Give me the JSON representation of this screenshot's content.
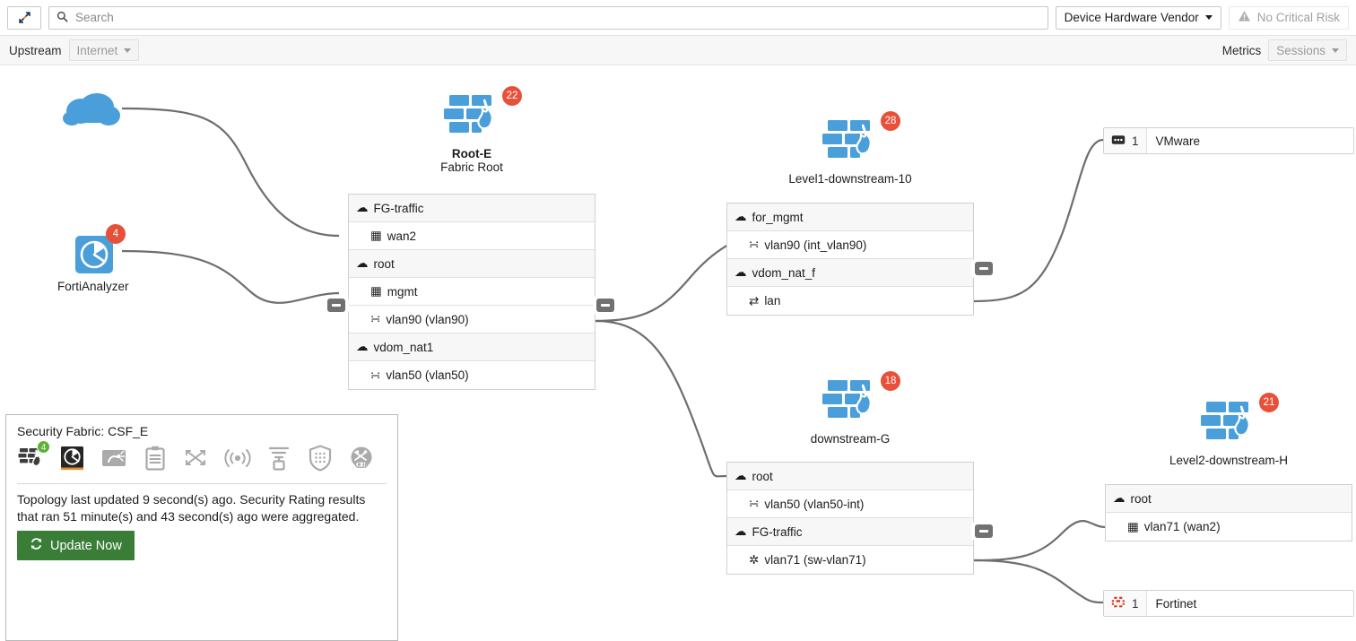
{
  "toolbar": {
    "collapse_icon": "collapse-arrows-icon",
    "search": {
      "placeholder": "Search",
      "value": "",
      "icon": "search-icon"
    },
    "vendor_filter": {
      "label": "Device Hardware Vendor",
      "icon": "chevron-down-icon"
    },
    "risk_status": {
      "label": "No Critical Risk",
      "icon": "warning-triangle-icon"
    }
  },
  "subbar": {
    "upstream_label": "Upstream",
    "upstream_value": "Internet",
    "metrics_label": "Metrics",
    "metrics_value": "Sessions"
  },
  "topology": {
    "internet_cloud": {
      "name": "internet-cloud",
      "label": ""
    },
    "fortianalyzer": {
      "label": "FortiAnalyzer",
      "badge": "4"
    },
    "devices": [
      {
        "id": "root-e",
        "name": "Root-E",
        "subtitle": "Fabric Root",
        "badge": "22",
        "rows": [
          {
            "type": "vdom",
            "icon": "cloud-icon",
            "label": "FG-traffic"
          },
          {
            "type": "iface",
            "icon": "port-icon",
            "label": "wan2"
          },
          {
            "type": "vdom",
            "icon": "cloud-icon",
            "label": "root"
          },
          {
            "type": "iface",
            "icon": "port-icon",
            "label": "mgmt"
          },
          {
            "type": "iface",
            "icon": "vlan-icon",
            "label": "vlan90 (vlan90)"
          },
          {
            "type": "vdom",
            "icon": "cloud-icon",
            "label": "vdom_nat1"
          },
          {
            "type": "iface",
            "icon": "vlan-icon",
            "label": "vlan50 (vlan50)"
          }
        ]
      },
      {
        "id": "level1-downstream-10",
        "name": "Level1-downstream-10",
        "subtitle": "",
        "badge": "28",
        "rows": [
          {
            "type": "vdom",
            "icon": "cloud-icon",
            "label": "for_mgmt"
          },
          {
            "type": "iface",
            "icon": "vlan-icon",
            "label": "vlan90 (int_vlan90)"
          },
          {
            "type": "vdom",
            "icon": "cloud-icon",
            "label": "vdom_nat_f"
          },
          {
            "type": "iface",
            "icon": "crossover-icon",
            "label": "lan"
          }
        ]
      },
      {
        "id": "downstream-g",
        "name": "downstream-G",
        "subtitle": "",
        "badge": "18",
        "rows": [
          {
            "type": "vdom",
            "icon": "cloud-icon",
            "label": "root"
          },
          {
            "type": "iface",
            "icon": "vlan-icon",
            "label": "vlan50 (vlan50-int)"
          },
          {
            "type": "vdom",
            "icon": "cloud-icon",
            "label": "FG-traffic"
          },
          {
            "type": "iface",
            "icon": "switch-vlan-icon",
            "label": "vlan71 (sw-vlan71)"
          }
        ]
      },
      {
        "id": "level2-downstream-h",
        "name": "Level2-downstream-H",
        "subtitle": "",
        "badge": "21",
        "rows": [
          {
            "type": "vdom",
            "icon": "cloud-icon",
            "label": "root"
          },
          {
            "type": "iface",
            "icon": "port-icon",
            "label": "vlan71 (wan2)"
          }
        ]
      }
    ],
    "endpoints": [
      {
        "id": "vmware",
        "icon": "vmware-device-icon",
        "count": "1",
        "name": "VMware"
      },
      {
        "id": "fortinet",
        "icon": "fortinet-device-icon",
        "count": "1",
        "name": "Fortinet"
      }
    ],
    "collapse_toggles": [
      {
        "id": "toggle-fortianalyzer"
      },
      {
        "id": "toggle-root-e"
      },
      {
        "id": "toggle-level1"
      },
      {
        "id": "toggle-downstream-g"
      }
    ]
  },
  "legend": {
    "title": "Security Fabric: CSF_E",
    "icons": [
      {
        "name": "fortigate-icon",
        "badge": "4",
        "state": "active",
        "glyph": "fortigate"
      },
      {
        "name": "fortianalyzer-icon",
        "badge": "",
        "state": "selected",
        "glyph": "analyzer"
      },
      {
        "name": "fortisandbox-icon",
        "badge": "",
        "state": "dim",
        "glyph": "sandbox"
      },
      {
        "name": "fortimanager-icon",
        "badge": "",
        "state": "dim",
        "glyph": "clipboard"
      },
      {
        "name": "fortiswitch-icon",
        "badge": "",
        "state": "dim",
        "glyph": "shuffle"
      },
      {
        "name": "fortiap-icon",
        "badge": "",
        "state": "dim",
        "glyph": "wifi"
      },
      {
        "name": "fortiextender-icon",
        "badge": "",
        "state": "dim",
        "glyph": "extender"
      },
      {
        "name": "forticlient-icon",
        "badge": "",
        "state": "dim",
        "glyph": "shield"
      },
      {
        "name": "fortimail-icon",
        "badge": "",
        "state": "dim",
        "glyph": "sandbox-gray"
      }
    ],
    "status_text": "Topology last updated 9 second(s) ago. Security Rating results that ran 51 minute(s) and 43 second(s) ago were aggregated.",
    "update_button": {
      "label": "Update Now",
      "icon": "refresh-icon",
      "color": "#3a7d37"
    }
  },
  "colors": {
    "device_blue": "#4a9fda",
    "badge_red": "#e8503a",
    "badge_green": "#5ab334",
    "link_gray": "#6e6e6e",
    "fortinet_red": "#da3b26"
  }
}
